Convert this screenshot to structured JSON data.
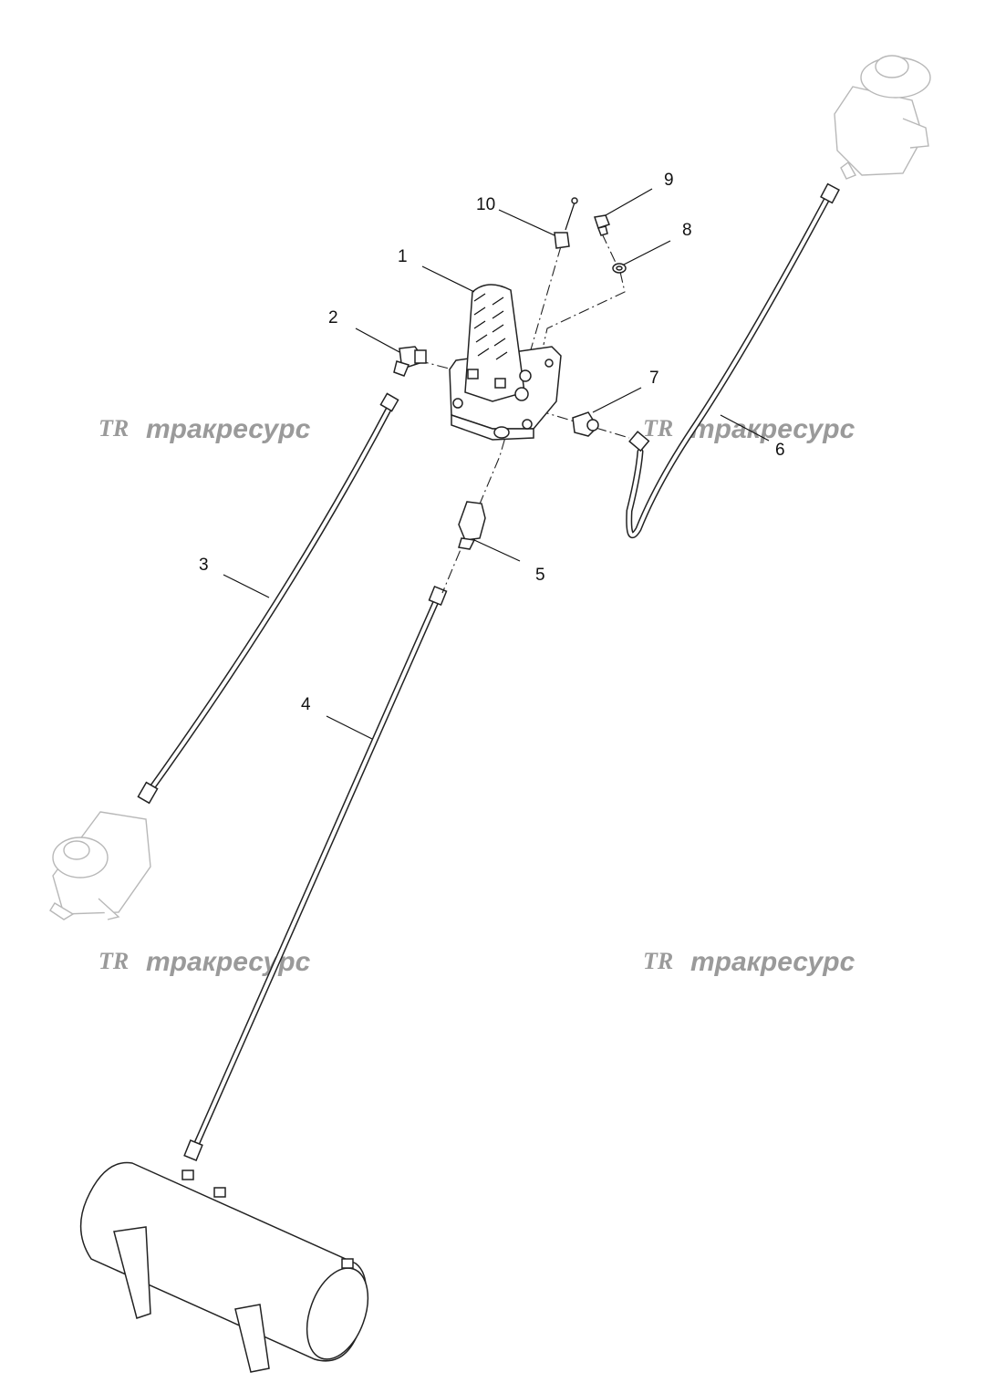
{
  "callouts": [
    {
      "label": "1"
    },
    {
      "label": "2"
    },
    {
      "label": "3"
    },
    {
      "label": "4"
    },
    {
      "label": "5"
    },
    {
      "label": "6"
    },
    {
      "label": "7"
    },
    {
      "label": "8"
    },
    {
      "label": "9"
    },
    {
      "label": "10"
    }
  ],
  "watermark": {
    "logo": "TR",
    "text": "тракресурс"
  },
  "colors": {
    "lines": "#222222",
    "ghost_parts": "#b8b8b8",
    "watermark": "#9a9a9a",
    "background": "#ffffff"
  }
}
